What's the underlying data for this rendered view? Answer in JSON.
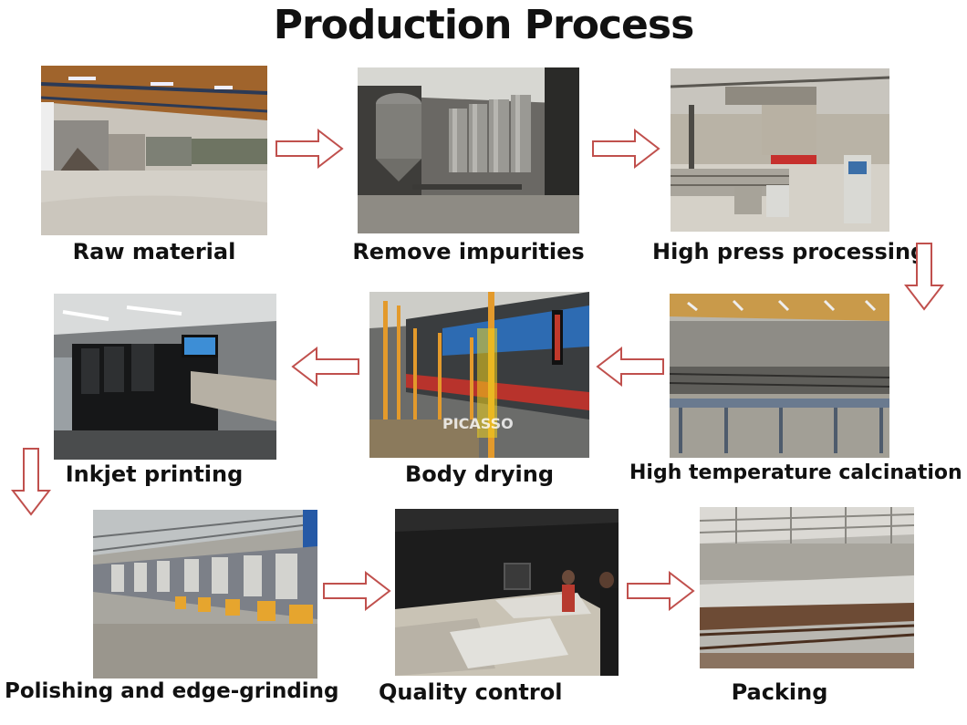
{
  "title": "Production Process",
  "steps": [
    {
      "label": "Raw material",
      "photo": "warehouse-raw-material-photo"
    },
    {
      "label": "Remove impurities",
      "photo": "silos-photo"
    },
    {
      "label": "High press processing",
      "photo": "press-machine-photo"
    },
    {
      "label": "High temperature calcination",
      "photo": "kiln-roller-photo"
    },
    {
      "label": "Body drying",
      "photo": "dryer-photo"
    },
    {
      "label": "Inkjet printing",
      "photo": "inkjet-printer-photo"
    },
    {
      "label": "Polishing and edge-grinding",
      "photo": "polishing-line-photo"
    },
    {
      "label": "Quality control",
      "photo": "quality-control-photo"
    },
    {
      "label": "Packing",
      "photo": "packing-area-photo"
    }
  ],
  "watermark": "PICASSO",
  "colors": {
    "arrow_stroke": "#c0504d",
    "text": "#111111"
  }
}
